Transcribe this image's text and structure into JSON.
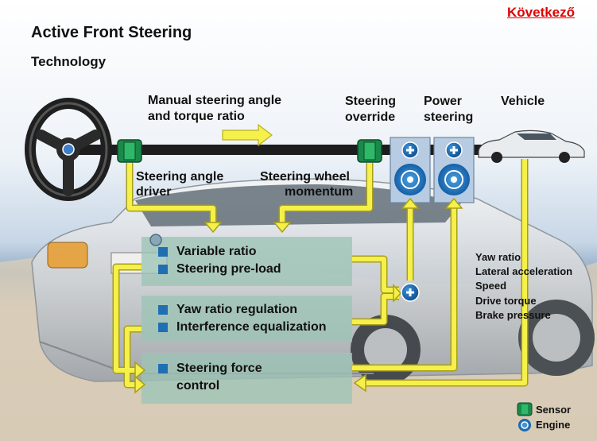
{
  "header": {
    "title": "Active Front Steering",
    "subtitle": "Technology",
    "next_link": "Következő"
  },
  "top_labels": {
    "manual": [
      "Manual steering angle",
      "and torque ratio"
    ],
    "override": [
      "Steering",
      "override"
    ],
    "power": [
      "Power",
      "steering"
    ],
    "vehicle": "Vehicle"
  },
  "mid_labels": {
    "angle_driver": [
      "Steering angle",
      "driver"
    ],
    "wheel_momentum": [
      "Steering wheel",
      "momentum"
    ]
  },
  "blocks": {
    "block1": [
      "Variable ratio",
      "Steering pre-load"
    ],
    "block2": [
      "Yaw ratio regulation",
      "Interference equalization"
    ],
    "block3": [
      "Steering force",
      "control"
    ]
  },
  "signals": [
    "Yaw ratio",
    "Lateral acceleration",
    "Speed",
    "Drive torque",
    "Brake pressure"
  ],
  "legend": {
    "sensor": "Sensor",
    "engine": "Engine"
  },
  "colors": {
    "arrow": "#f5f04a",
    "arrow_stroke": "#b9b01f",
    "block": "#9cc4b6",
    "actuator_box": "#b7cce2",
    "plus_circle": "#1f6fb3",
    "next_link": "#e00000"
  },
  "icons": [
    "steering-wheel-icon",
    "sensor-icon",
    "engine-icon",
    "plus-icon",
    "car-icon"
  ]
}
